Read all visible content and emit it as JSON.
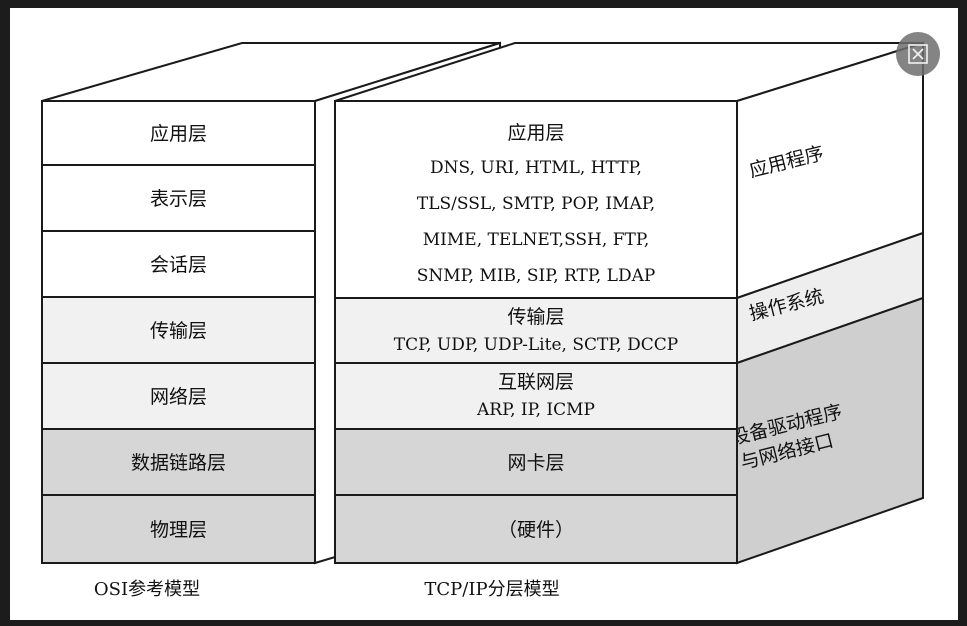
{
  "osi_model": {
    "caption": "OSI参考模型",
    "layers": [
      {
        "label": "应用层"
      },
      {
        "label": "表示层"
      },
      {
        "label": "会话层"
      },
      {
        "label": "传输层"
      },
      {
        "label": "网络层"
      },
      {
        "label": "数据链路层"
      },
      {
        "label": "物理层"
      }
    ]
  },
  "tcpip_model": {
    "caption": "TCP/IP分层模型",
    "layers": [
      {
        "title": "应用层",
        "lines": [
          "DNS, URI, HTML, HTTP,",
          "TLS/SSL, SMTP, POP, IMAP,",
          "MIME, TELNET,SSH, FTP,",
          "SNMP, MIB, SIP, RTP, LDAP"
        ]
      },
      {
        "title": "传输层",
        "lines": [
          "TCP, UDP, UDP-Lite, SCTP, DCCP"
        ]
      },
      {
        "title": "互联网层",
        "lines": [
          "ARP, IP, ICMP"
        ]
      },
      {
        "title": "网卡层",
        "lines": []
      },
      {
        "title": "（硬件）",
        "lines": []
      }
    ],
    "side_labels": [
      {
        "text": "应用程序"
      },
      {
        "text": "操作系统"
      },
      {
        "text": "设备驱动程序与网络接口"
      }
    ]
  },
  "colors": {
    "outline": "#1a1a1a",
    "white_face": "#ffffff",
    "light_face": "#f1f1f1",
    "gray_face": "#d6d6d6",
    "side_light": "#ffffff",
    "side_mid": "#eeeeee",
    "side_dark": "#cfcfcf"
  },
  "controls": {
    "close_icon": "image-close-icon"
  }
}
